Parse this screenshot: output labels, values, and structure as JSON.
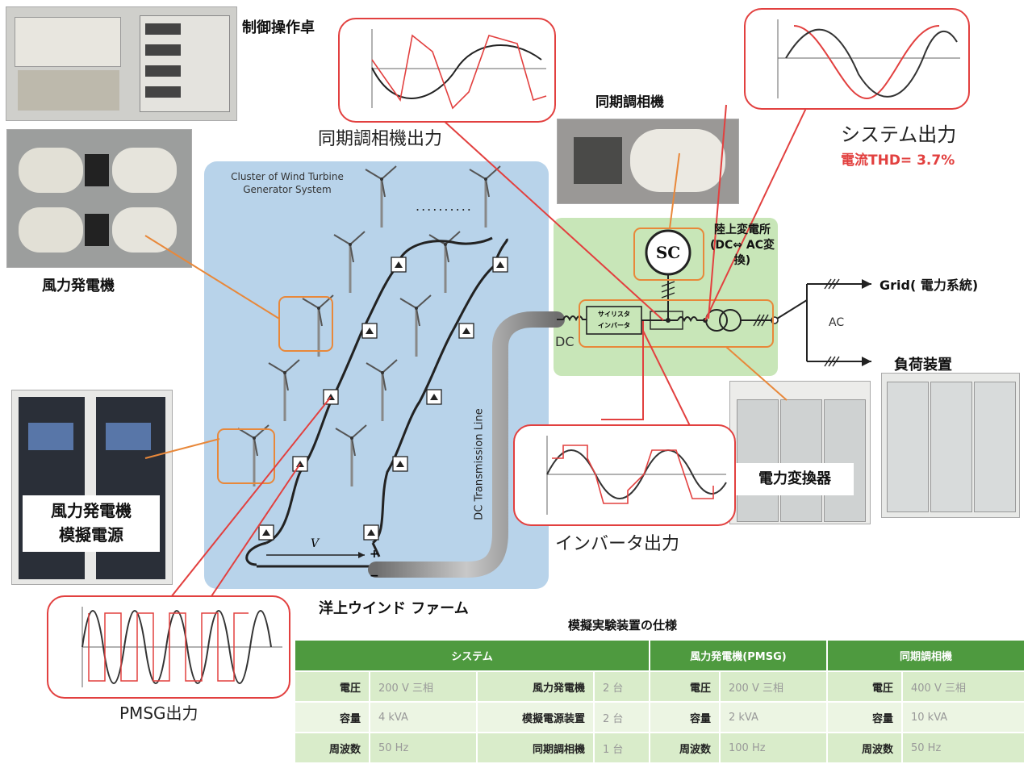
{
  "labels": {
    "control_desk": "制御操作卓",
    "wind_generator": "風力発電機",
    "wind_sim_power": "風力発電機\n模擬電源",
    "sync_condenser_title": "同期調相機",
    "sync_condenser_output": "同期調相機出力",
    "system_output": "システム出力",
    "thd": "電流THD= 3.7%",
    "cluster": "Cluster of Wind Turbine\nGenerator System",
    "substation": "陸上変電所\n(DC⇔ AC変換)",
    "sc": "SC",
    "thyristor": "サイリスタ\nインバータ",
    "dc": "DC",
    "ac": "AC",
    "dc_line": "DC Transmission Line",
    "vd": "V",
    "plus": "+",
    "minus": "−",
    "grid": "Grid( 電力系統)",
    "load": "負荷装置",
    "converter": "電力変換器",
    "inverter_output": "インバータ出力",
    "offshore": "洋上ウインド ファーム",
    "pmsg_output": "PMSG出力",
    "dots": "..........",
    "table_title": "模擬実験装置の仕様"
  },
  "spec_table": {
    "headers": [
      "システム",
      "風力発電機(PMSG)",
      "同期調相機"
    ],
    "rows": [
      [
        "電圧",
        "200 V 三相",
        "風力発電機",
        "2 台",
        "電圧",
        "200 V 三相",
        "電圧",
        "400 V 三相"
      ],
      [
        "容量",
        "4 kVA",
        "模擬電源装置",
        "2 台",
        "容量",
        "2 kVA",
        "容量",
        "10 kVA"
      ],
      [
        "周波数",
        "50 Hz",
        "同期調相機",
        "1 台",
        "周波数",
        "100 Hz",
        "周波数",
        "50 Hz"
      ]
    ]
  },
  "colors": {
    "offshore_panel": "#b8d3ea",
    "onshore_panel": "#c8e6b8",
    "highlight_red": "#e2403f",
    "highlight_orange": "#e8883a",
    "table_header": "#4e9a3f"
  }
}
